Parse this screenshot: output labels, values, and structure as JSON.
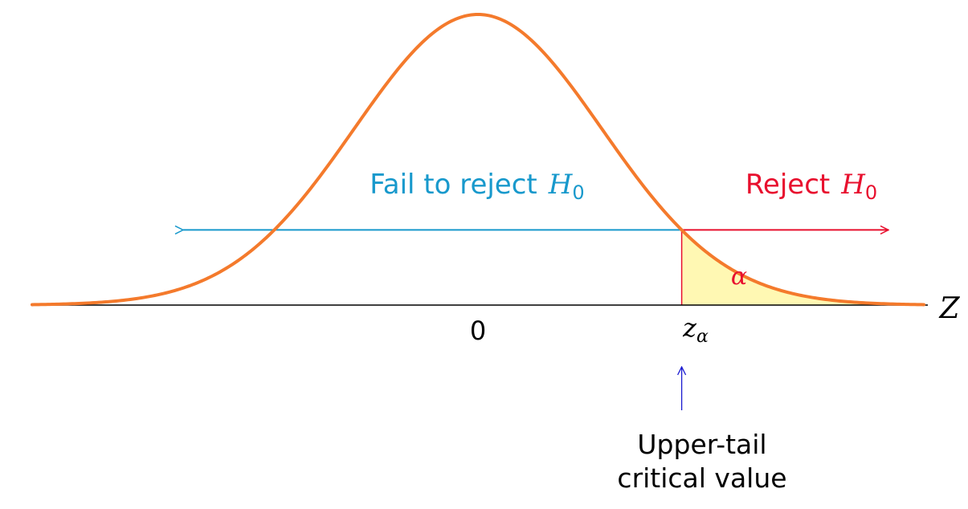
{
  "labels": {
    "fail_to_reject": "Fail to reject",
    "reject": "Reject",
    "hypothesis_symbol": "H",
    "hypothesis_subscript": "0",
    "alpha": "α",
    "zero": "0",
    "critical_symbol": "z",
    "critical_subscript": "α",
    "axis_name": "Z",
    "annotation_line1": "Upper-tail",
    "annotation_line2": "critical value"
  },
  "diagram": {
    "critical_z": 1.645,
    "z_range": [
      -3.6,
      3.6
    ]
  },
  "colors": {
    "curve": "#f47a2c",
    "fail_region": "#1899cc",
    "reject_region": "#e8102e",
    "alpha_fill": "#fff8b3",
    "axis": "#000000",
    "annotation_arrow": "#1a1ad0"
  }
}
